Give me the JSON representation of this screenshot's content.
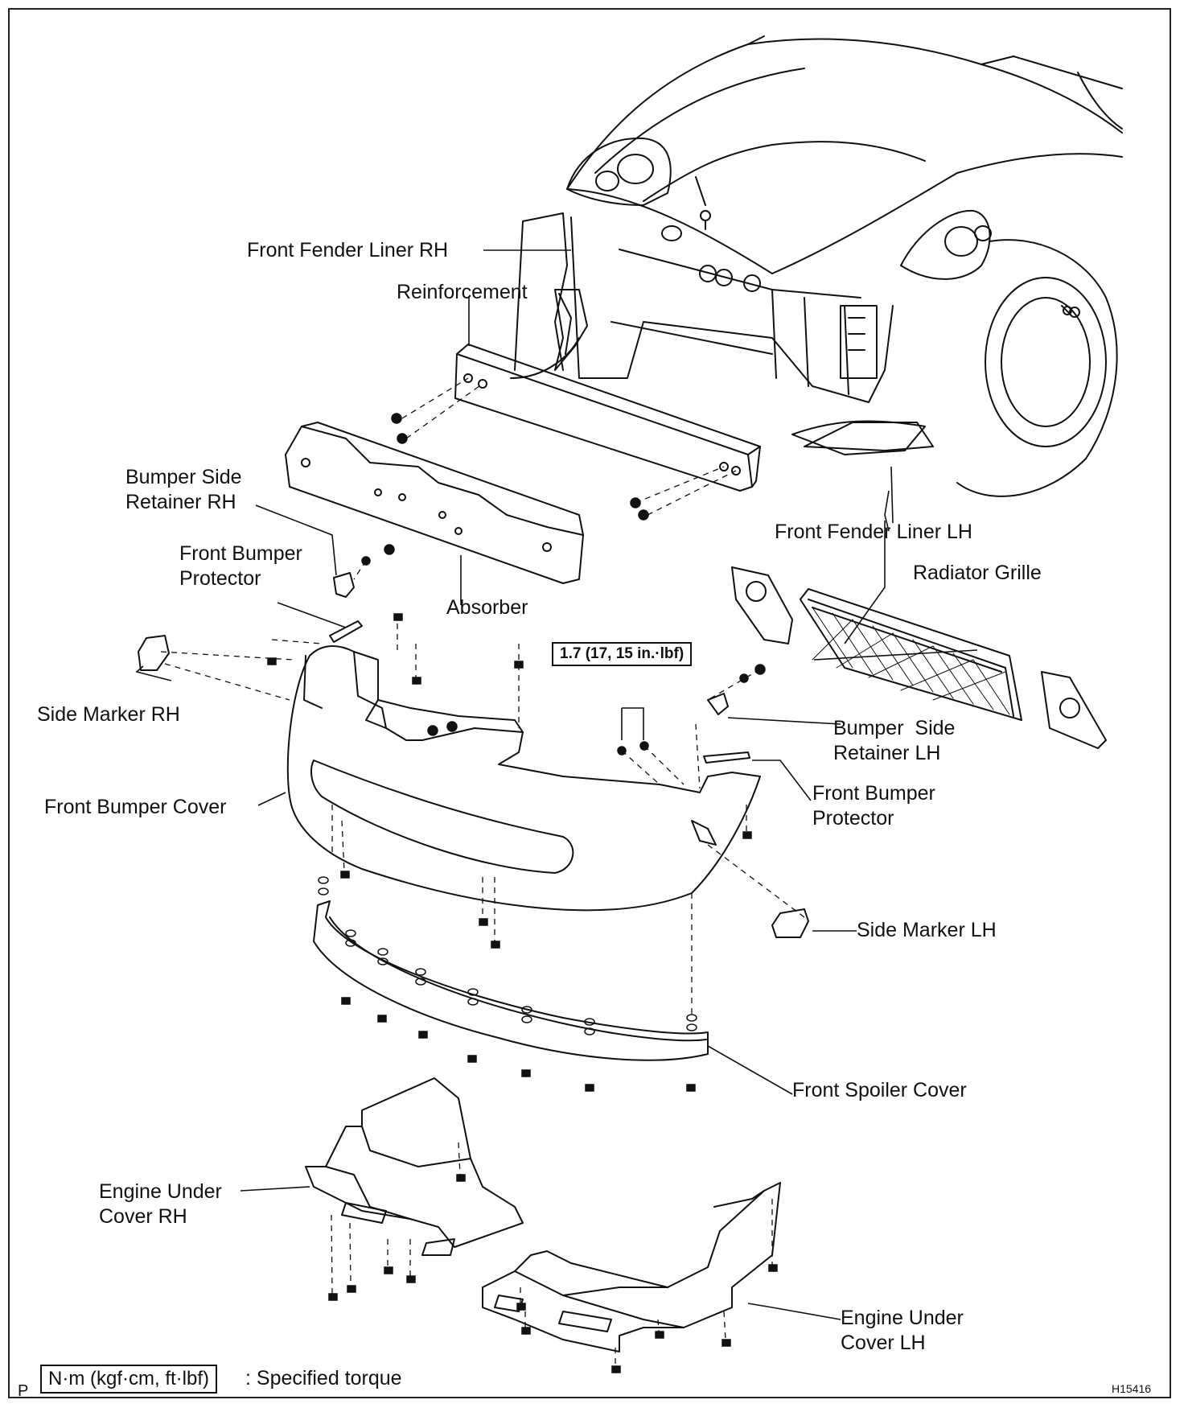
{
  "labels": {
    "fender_liner_rh": "Front Fender Liner RH",
    "reinforcement": "Reinforcement",
    "bumper_side_retainer_rh": [
      "Bumper Side",
      "Retainer RH"
    ],
    "front_bumper_protector_rh": [
      "Front Bumper",
      "Protector"
    ],
    "absorber": "Absorber",
    "fender_liner_lh": "Front Fender Liner LH",
    "radiator_grille": "Radiator Grille",
    "side_marker_rh": "Side Marker RH",
    "front_bumper_cover": "Front Bumper Cover",
    "bumper_side_retainer_lh": [
      "Bumper  Side",
      "Retainer LH"
    ],
    "front_bumper_protector_lh": [
      "Front Bumper",
      "Protector"
    ],
    "side_marker_lh": "Side Marker LH",
    "front_spoiler_cover": "Front Spoiler Cover",
    "engine_under_cover_rh": [
      "Engine Under",
      "Cover RH"
    ],
    "engine_under_cover_lh": [
      "Engine Under",
      "Cover LH"
    ]
  },
  "torque_spec": "1.7 (17, 15 in.·lbf)",
  "legend": {
    "unit_box": "N·m (kgf·cm, ft·lbf)",
    "text": ": Specified torque"
  },
  "corner_mark": "P",
  "figure_code": "H15416"
}
